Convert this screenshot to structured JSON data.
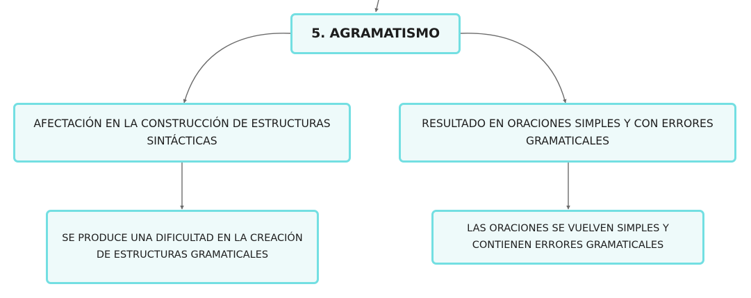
{
  "diagram": {
    "root": {
      "title": "5. AGRAMATISMO"
    },
    "branches": [
      {
        "label": "AFECTACIÓN EN LA CONSTRUCCIÓN DE ESTRUCTURAS SINTÁCTICAS",
        "child": {
          "label": "SE PRODUCE UNA DIFICULTAD EN LA CREACIÓN DE ESTRUCTURAS GRAMATICALES"
        }
      },
      {
        "label": "RESULTADO EN ORACIONES SIMPLES Y CON ERRORES GRAMATICALES",
        "child": {
          "label": "LAS ORACIONES SE VUELVEN SIMPLES Y CONTIENEN ERRORES GRAMATICALES"
        }
      }
    ]
  },
  "colors": {
    "node_border": "#73dfe2",
    "node_fill": "#eefafa",
    "connector": "#6b6b6b",
    "text": "#1d1d1d"
  }
}
